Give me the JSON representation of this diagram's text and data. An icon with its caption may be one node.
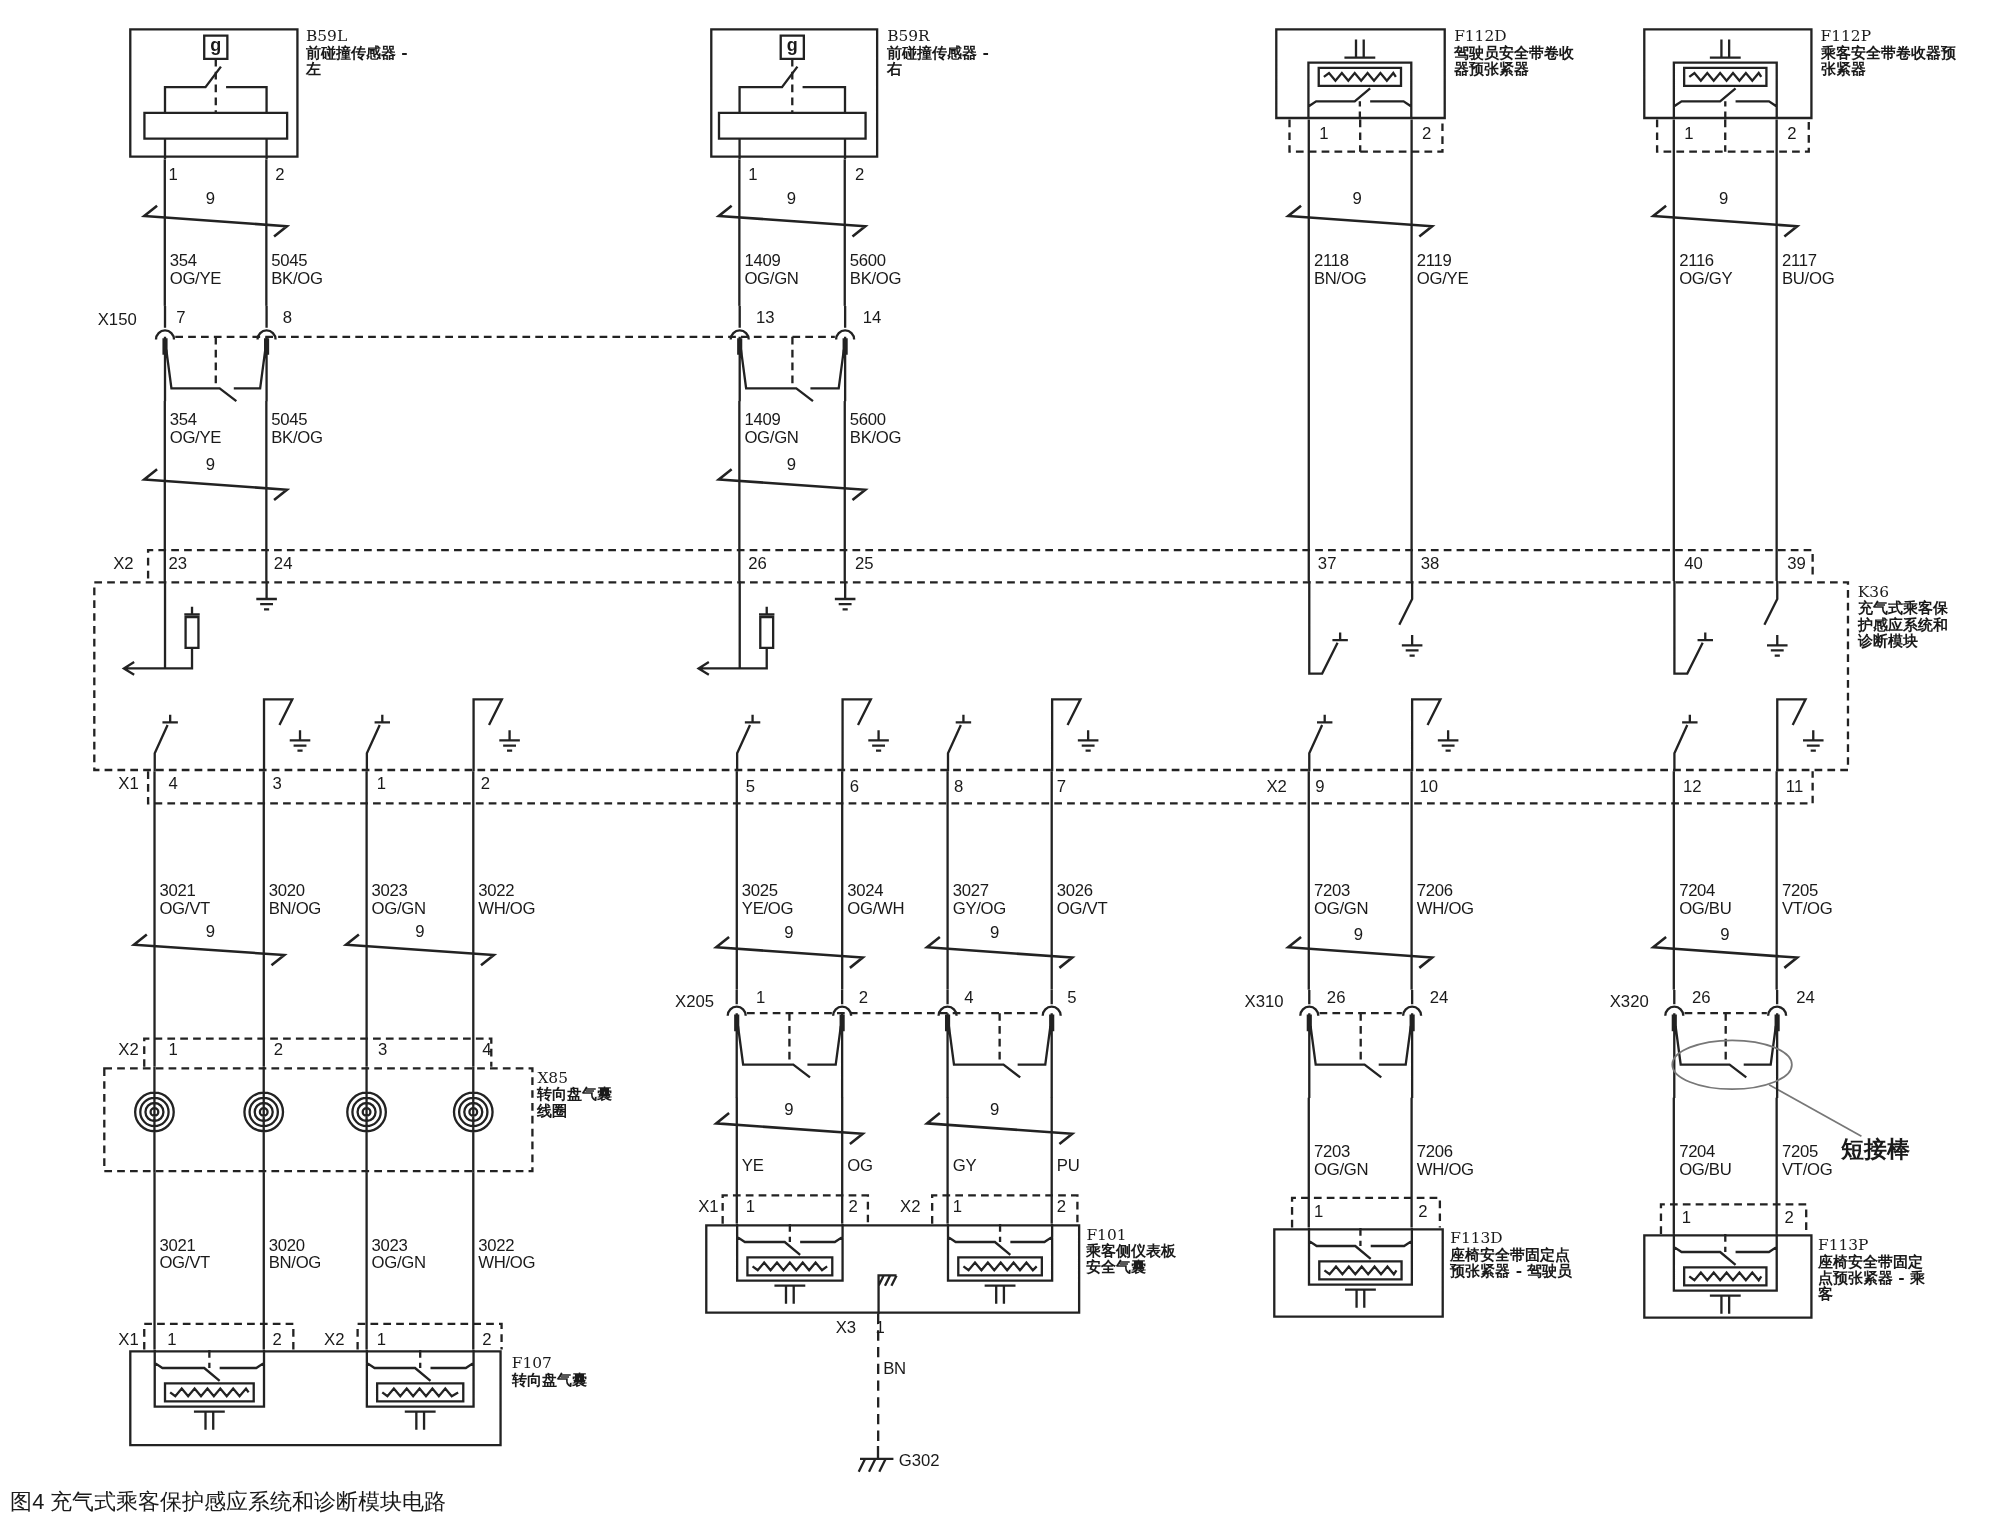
{
  "diagram": {
    "caption": "图4 充气式乘客保护感应系统和诊断模块电路",
    "nodes": [
      {
        "text": [
          "g",
          "B59L",
          "前碰撞传感器 - 左"
        ]
      },
      {
        "text": [
          "g",
          "B59R",
          "前碰撞传感器 - 右"
        ]
      },
      {
        "text": [
          "F112D",
          "驾驶员安全带卷收器预张紧器"
        ]
      },
      {
        "text": [
          "F112P",
          "乘客安全带卷收器预张紧器"
        ]
      },
      {
        "text": [
          "X150"
        ]
      },
      {
        "text": [
          "K36",
          "充气式乘客保护感应系统和诊断模块"
        ]
      },
      {
        "text": [
          "X85",
          "转向盘气囊线圈"
        ]
      },
      {
        "text": [
          "F107",
          "转向盘气囊"
        ]
      },
      {
        "text": [
          "X205"
        ]
      },
      {
        "text": [
          "F101",
          "乘客侧仪表板安全气囊"
        ]
      },
      {
        "text": [
          "G302"
        ]
      },
      {
        "text": [
          "X310"
        ]
      },
      {
        "text": [
          "F113D",
          "座椅安全带固定点预张紧器 - 驾驶员"
        ]
      },
      {
        "text": [
          "X320"
        ]
      },
      {
        "text": [
          "F113P",
          "座椅安全带固定点预张紧器 - 乘客"
        ]
      },
      {
        "text": [],
        "shape": "ellipse",
        "in": 13
      },
      {
        "text": [
          "短接棒"
        ]
      }
    ],
    "edges": [
      {
        "from": 0,
        "to": 4,
        "arrow": "none",
        "label": "354 OG/YE"
      },
      {
        "from": 0,
        "to": 4,
        "arrow": "none",
        "label": "5045 BK/OG"
      },
      {
        "from": 1,
        "to": 4,
        "arrow": "none",
        "label": "1409 OG/GN"
      },
      {
        "from": 1,
        "to": 4,
        "arrow": "none",
        "label": "5600 BK/OG"
      },
      {
        "from": 4,
        "to": 5,
        "arrow": "none",
        "label": "354 OG/YE"
      },
      {
        "from": 4,
        "to": 5,
        "arrow": "none",
        "label": "5045 BK/OG"
      },
      {
        "from": 4,
        "to": 5,
        "arrow": "none",
        "label": "1409 OG/GN"
      },
      {
        "from": 4,
        "to": 5,
        "arrow": "none",
        "label": "5600 BK/OG"
      },
      {
        "from": 2,
        "to": 5,
        "arrow": "none",
        "label": "2118 BN/OG"
      },
      {
        "from": 2,
        "to": 5,
        "arrow": "none",
        "label": "2119 OG/YE"
      },
      {
        "from": 3,
        "to": 5,
        "arrow": "none",
        "label": "2116 OG/GY"
      },
      {
        "from": 3,
        "to": 5,
        "arrow": "none",
        "label": "2117 BU/OG"
      },
      {
        "from": 5,
        "to": 6,
        "arrow": "none",
        "label": "3021 OG/VT"
      },
      {
        "from": 5,
        "to": 6,
        "arrow": "none",
        "label": "3020 BN/OG"
      },
      {
        "from": 5,
        "to": 6,
        "arrow": "none",
        "label": "3023 OG/GN"
      },
      {
        "from": 5,
        "to": 6,
        "arrow": "none",
        "label": "3022 WH/OG"
      },
      {
        "from": 6,
        "to": 7,
        "arrow": "none",
        "label": "3021 OG/VT"
      },
      {
        "from": 6,
        "to": 7,
        "arrow": "none",
        "label": "3020 BN/OG"
      },
      {
        "from": 6,
        "to": 7,
        "arrow": "none",
        "label": "3023 OG/GN"
      },
      {
        "from": 6,
        "to": 7,
        "arrow": "none",
        "label": "3022 WH/OG"
      },
      {
        "from": 5,
        "to": 8,
        "arrow": "none",
        "label": "3025 YE/OG"
      },
      {
        "from": 5,
        "to": 8,
        "arrow": "none",
        "label": "3024 OG/WH"
      },
      {
        "from": 5,
        "to": 8,
        "arrow": "none",
        "label": "3027 GY/OG"
      },
      {
        "from": 5,
        "to": 8,
        "arrow": "none",
        "label": "3026 OG/VT"
      },
      {
        "from": 8,
        "to": 9,
        "arrow": "none",
        "label": "YE"
      },
      {
        "from": 8,
        "to": 9,
        "arrow": "none",
        "label": "OG"
      },
      {
        "from": 8,
        "to": 9,
        "arrow": "none",
        "label": "GY"
      },
      {
        "from": 8,
        "to": 9,
        "arrow": "none",
        "label": "PU"
      },
      {
        "from": 5,
        "to": 11,
        "arrow": "none",
        "label": "7203 OG/GN"
      },
      {
        "from": 5,
        "to": 11,
        "arrow": "none",
        "label": "7206 WH/OG"
      },
      {
        "from": 11,
        "to": 12,
        "arrow": "none",
        "label": "7203 OG/GN"
      },
      {
        "from": 11,
        "to": 12,
        "arrow": "none",
        "label": "7206 WH/OG"
      },
      {
        "from": 5,
        "to": 13,
        "arrow": "none",
        "label": "7204 OG/BU"
      },
      {
        "from": 5,
        "to": 13,
        "arrow": "none",
        "label": "7205 VT/OG"
      },
      {
        "from": 13,
        "to": 14,
        "arrow": "none",
        "label": "7204 OG/BU"
      },
      {
        "from": 13,
        "to": 14,
        "arrow": "none",
        "label": "7205 VT/OG"
      },
      {
        "from": 9,
        "to": 10,
        "arrow": "none",
        "label": "BN",
        "style": "dashed"
      },
      {
        "from": 16,
        "to": 15,
        "arrow": "none",
        "color": "#777777"
      }
    ],
    "labels": [
      "1",
      "2",
      "9",
      "1",
      "2",
      "9",
      "1",
      "2",
      "9",
      "1",
      "2",
      "9",
      "7",
      "8",
      "13",
      "14",
      "9",
      "9",
      "X2",
      "23",
      "24",
      "26",
      "25",
      "37",
      "38",
      "40",
      "39",
      "X1",
      "4",
      "3",
      "1",
      "2",
      "5",
      "6",
      "8",
      "7",
      "X2",
      "9",
      "10",
      "12",
      "11",
      "9",
      "9",
      "9",
      "9",
      "9",
      "9",
      "1",
      "2",
      "4",
      "5",
      "26",
      "24",
      "26",
      "24",
      "X2",
      "1",
      "2",
      "3",
      "4",
      "9",
      "9",
      "X1",
      "1",
      "2",
      "X2",
      "1",
      "2",
      "1",
      "2",
      "1",
      "2",
      "X3",
      "1",
      "X1",
      "1",
      "2",
      "X2",
      "1",
      "2"
    ]
  }
}
